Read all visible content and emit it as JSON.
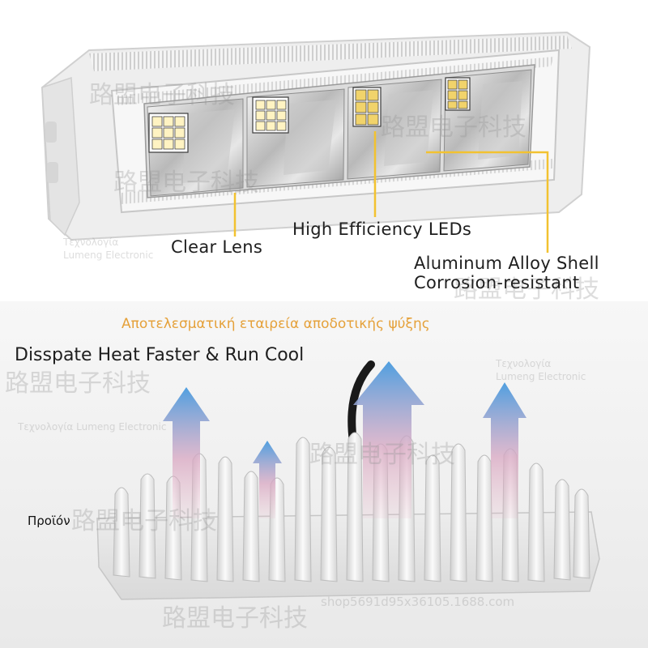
{
  "callouts": {
    "clear_lens": "Clear Lens",
    "high_efficiency_leds": "High Efficiency LEDs",
    "aluminum_shell_line1": "Aluminum Alloy Shell",
    "aluminum_shell_line2": "Corrosion-resistant"
  },
  "heat_section": {
    "greek_title": "Αποτελεσματική εταιρεία αποδοτικής ψύξης",
    "headline": "Disspate Heat Faster & Run Cool",
    "product_label": "Προϊόν"
  },
  "watermarks": {
    "cn_brand": "路盟电子科技",
    "greek_line": "Τεχνολογία",
    "latin_line": "Lumeng Electronic",
    "greek_latin_line": "Τεχνολογία Lumeng Electronic",
    "shop_url": "shop5691d95x36105.1688.com"
  },
  "colors": {
    "callout_line": "#f2c230",
    "greek_title": "#e5a13a",
    "arrow_blue": "#4f9fe0",
    "arrow_pink": "#e7b6c8",
    "housing": "#f2f2f2"
  }
}
